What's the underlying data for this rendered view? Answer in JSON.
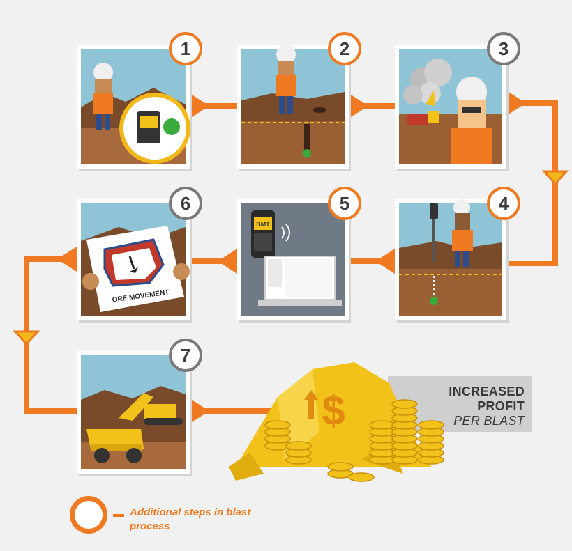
{
  "steps": [
    {
      "number": "1",
      "badge_color": "orange"
    },
    {
      "number": "2",
      "badge_color": "orange"
    },
    {
      "number": "3",
      "badge_color": "grey"
    },
    {
      "number": "4",
      "badge_color": "orange"
    },
    {
      "number": "5",
      "badge_color": "orange"
    },
    {
      "number": "6",
      "badge_color": "grey"
    },
    {
      "number": "7",
      "badge_color": "grey"
    }
  ],
  "step6_sign": "ORE MOVEMENT",
  "step5_device_logo": "BMT",
  "result": {
    "line1": "INCREASED",
    "line2": "PROFIT",
    "line3": "PER BLAST"
  },
  "legend": {
    "text": "Additional steps in blast process"
  },
  "colors": {
    "accent_orange": "#f07a21",
    "grey_badge": "#7a7a7a",
    "gold": "#f2c21a"
  }
}
